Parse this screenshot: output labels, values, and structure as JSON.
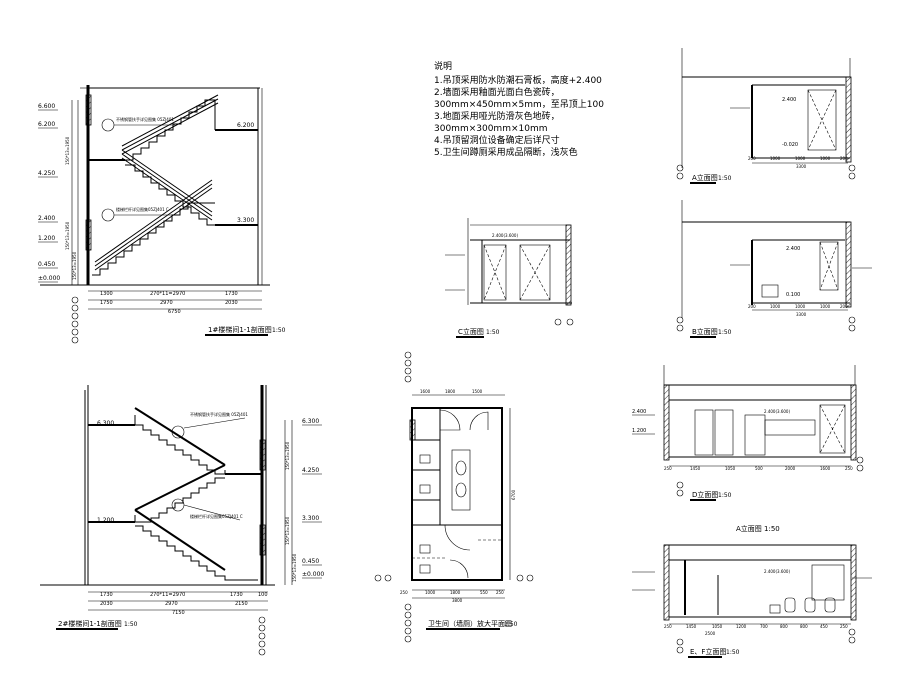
{
  "notes": {
    "title": "说明",
    "lines": [
      "1.吊顶采用防水防潮石膏板，高度+2.400",
      "2.墙面采用釉面光面白色瓷砖，",
      "300mm×450mm×5mm，至吊顶上100",
      "3.地面采用哑光防滑灰色地砖，",
      "300mm×300mm×10mm",
      "4.吊顶留洞位设备确定后详尺寸",
      "5.卫生间蹲厕采用成品隔断，浅灰色"
    ]
  },
  "stair1": {
    "title": "1#楼梯间1-1剖面图",
    "scale": "1:50",
    "levels": [
      "6.600",
      "6.200",
      "4.250",
      "2.400",
      "1.200",
      "0.450",
      "±0.000"
    ],
    "top_dims": [
      "1300",
      "270*11=2970",
      "1730"
    ],
    "mid_dims": [
      "1750",
      "2970",
      "2030"
    ],
    "total": "6750",
    "vert_dims": [
      "150*13=1950",
      "150*13=1950",
      "150*13=1950"
    ],
    "tags": [
      "6.200",
      "3.300"
    ],
    "callouts": [
      "不锈钢管扶手详见图集 05ZJ401",
      "楼梯栏杆详见图集05ZJ401 C"
    ]
  },
  "stair2": {
    "title": "2#楼梯间1-1剖面图",
    "scale": "1:50",
    "levels": [
      "6.300",
      "4.250",
      "3.300",
      "1.200",
      "0.450",
      "±0.000"
    ],
    "top_dims": [
      "1730",
      "270*11=2970",
      "1730"
    ],
    "mid_dims": [
      "2030",
      "2970",
      "2150"
    ],
    "total": "7150",
    "extra": "100",
    "vert_dims": [
      "150*13=1950",
      "150*13=1950",
      "150*13=1950"
    ],
    "callouts": [
      "不锈钢管扶手详见图集 05ZJ401",
      "楼梯栏杆详见图集05ZJ401 C"
    ]
  },
  "plan": {
    "title": "卫生间（墙厕）放大平面图",
    "scale": "1:50",
    "top_dims": [
      "1600",
      "1800",
      "1500"
    ],
    "bottom_dims": [
      "250",
      "1000",
      "1800",
      "550",
      "250"
    ],
    "total": "3800",
    "side_dim": "6700"
  },
  "elevA": {
    "title": "A立面图",
    "scale": "1:50",
    "levels": [
      "2.400",
      "-0.020"
    ],
    "dims": [
      "200",
      "1000",
      "1000",
      "1000",
      "200"
    ],
    "total": "3300"
  },
  "elevB": {
    "title": "B立面图",
    "scale": "1:50",
    "levels": [
      "2.400",
      "0.100"
    ],
    "dims": [
      "200",
      "1000",
      "1000",
      "1000",
      "200"
    ],
    "total": "3300"
  },
  "elevC": {
    "title": "C立面图",
    "scale": "1:50",
    "levels": [
      "2.400(3.600)"
    ]
  },
  "elevD": {
    "title": "D立面图",
    "scale": "1:50",
    "levels": [
      "2.400(3.600)",
      "2.400",
      "1.200"
    ],
    "dims": [
      "250",
      "1450",
      "1050",
      "500",
      "2000",
      "1600",
      "250"
    ]
  },
  "elevEF": {
    "title": "E、F立面图",
    "scale": "1:50",
    "subtitle": "A立面图 1:50",
    "levels": [
      "2.400(3.600)"
    ],
    "dims": [
      "250",
      "1450",
      "1050",
      "1200",
      "700",
      "800",
      "800",
      "450",
      "250"
    ],
    "total": "2500"
  },
  "colors": {
    "ink": "#000000",
    "paper": "#ffffff",
    "grey": "#666666"
  }
}
